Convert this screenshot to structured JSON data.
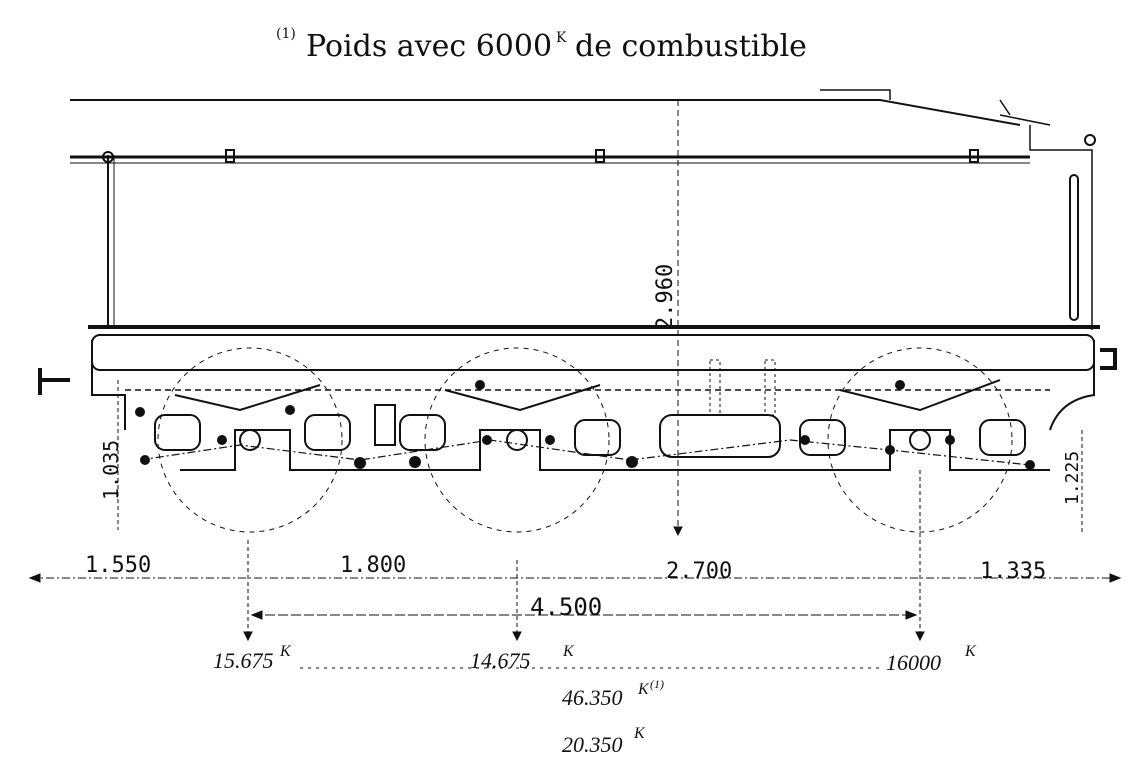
{
  "title": {
    "note_mark": "(1)",
    "text_before": "Poids avec 6000",
    "sup": "K",
    "text_after": "de combustible"
  },
  "dimensions": {
    "height": "2.960",
    "left_height": "1.035",
    "right_height": "1.225",
    "overhang_front": "1.550",
    "wheelbase_1": "1.800",
    "wheelbase_2": "2.700",
    "overhang_rear": "1.335",
    "total_wheelbase": "4.500"
  },
  "weights": {
    "axle_1": "15.675",
    "axle_2": "14.675",
    "axle_3": "16000",
    "unit": "K",
    "total_loaded": "46.350",
    "total_loaded_note": "(1)",
    "empty": "20.350"
  },
  "colors": {
    "ink": "#111111",
    "paper": "#ffffff"
  }
}
